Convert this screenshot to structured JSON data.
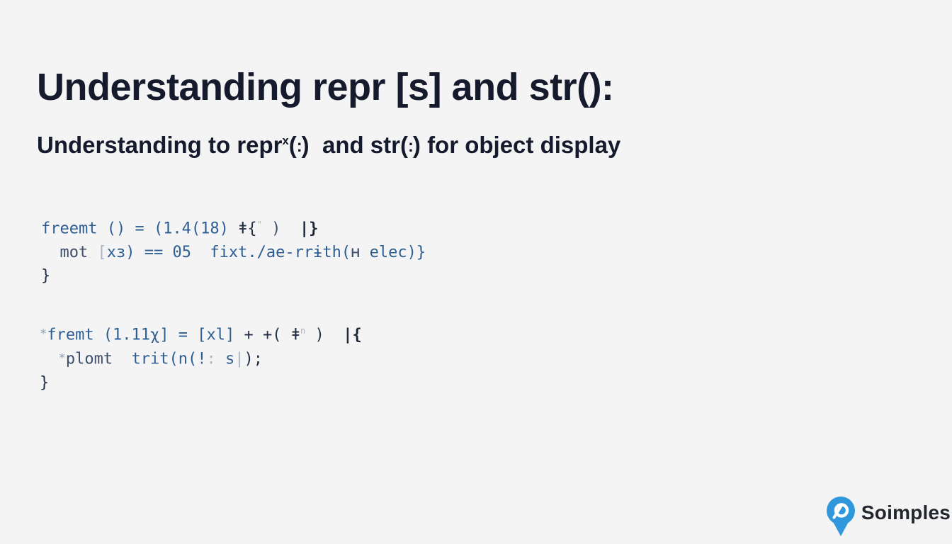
{
  "slide": {
    "title": "Understanding repr [s] and str():",
    "subtitle_segments": [
      {
        "text": "Understanding to repr",
        "style": "sub"
      },
      {
        "text": "x",
        "style": "sub-sup"
      },
      {
        "text": "(",
        "style": "sub"
      },
      {
        "text": ":",
        "style": "sub-dots"
      },
      {
        "text": ")  and str(",
        "style": "sub"
      },
      {
        "text": ":",
        "style": "sub-dots"
      },
      {
        "text": ") for object display",
        "style": "sub"
      }
    ],
    "code_blocks": [
      {
        "lines": [
          {
            "segments": [
              {
                "text": "freemt () = (1.4(18) ",
                "style": "blue"
              },
              {
                "text": "ǂ{",
                "style": "dark"
              },
              {
                "text": "\"",
                "style": "faint-sup"
              },
              {
                "text": " )",
                "style": "slate"
              },
              {
                "text": "  ",
                "style": "blue"
              },
              {
                "text": "|}",
                "style": "bar"
              }
            ]
          },
          {
            "segments": [
              {
                "text": "  ",
                "style": "blue"
              },
              {
                "text": "mot ",
                "style": "slate"
              },
              {
                "text": "[",
                "style": "faint"
              },
              {
                "text": "xз) ",
                "style": "blue"
              },
              {
                "text": "== 05  fixt./ae-rrɨth(",
                "style": "blue"
              },
              {
                "text": "ʜ",
                "style": "slate"
              },
              {
                "text": " elec)}",
                "style": "blue"
              }
            ]
          },
          {
            "segments": [
              {
                "text": "}",
                "style": "dark"
              }
            ]
          }
        ]
      },
      {
        "lines": [
          {
            "segments": [
              {
                "text": "*",
                "style": "star"
              },
              {
                "text": "fremt (1.11χ] = [xl] ",
                "style": "blue"
              },
              {
                "text": "+ +( ",
                "style": "dark"
              },
              {
                "text": "ǂ",
                "style": "dark"
              },
              {
                "text": "n",
                "style": "faint-sup"
              },
              {
                "text": " )",
                "style": "dark"
              },
              {
                "text": "  ",
                "style": "blue"
              },
              {
                "text": "|{",
                "style": "bar"
              }
            ]
          },
          {
            "segments": [
              {
                "text": "  ",
                "style": "blue"
              },
              {
                "text": "*",
                "style": "star"
              },
              {
                "text": "plomt  ",
                "style": "slate"
              },
              {
                "text": "trit(n(!",
                "style": "blue"
              },
              {
                "text": ":",
                "style": "faint"
              },
              {
                "text": " s",
                "style": "blue"
              },
              {
                "text": "|",
                "style": "faint"
              },
              {
                "text": ");",
                "style": "dark"
              }
            ]
          },
          {
            "segments": [
              {
                "text": "}",
                "style": "dark"
              }
            ]
          }
        ]
      }
    ],
    "brand": {
      "name": "Soimples",
      "icon": "location-pin-icon"
    }
  },
  "colors": {
    "background": "#f4f4f5",
    "title_text": "#151b2d",
    "code_blue": "#2d5e92",
    "code_dark": "#243048",
    "code_slate": "#3e4d68",
    "code_faint": "#a9b6c6",
    "brand_blue": "#2f98dd",
    "brand_text": "#23262e"
  }
}
